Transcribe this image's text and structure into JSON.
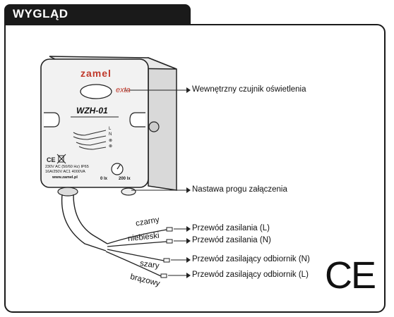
{
  "section": {
    "title": "WYGLĄD"
  },
  "device": {
    "brand": "zamel",
    "brand_sub": "exta",
    "model": "WZH-01",
    "terminal_labels": [
      "L",
      "N",
      "⊗",
      "⊗"
    ],
    "spec_line1": "230V AC (50/60 Hz)   IP65",
    "spec_line2": "16A/250V AC1 4000VA",
    "website": "www.zamel.pl",
    "dial_min": "0 lx",
    "dial_max": "200 lx"
  },
  "callouts": {
    "sensor": "Wewnętrzny czujnik oświetlenia",
    "threshold": "Nastawa progu załączenia"
  },
  "wires": [
    {
      "color_name": "czarny",
      "description": "Przewód zasilania (L)"
    },
    {
      "color_name": "niebieski",
      "description": "Przewód zasilania (N)"
    },
    {
      "color_name": "szary",
      "description": "Przewód zasilający odbiornik (N)"
    },
    {
      "color_name": "brązowy",
      "description": "Przewód zasilający odbiornik (L)"
    }
  ],
  "ce_mark": "CE"
}
